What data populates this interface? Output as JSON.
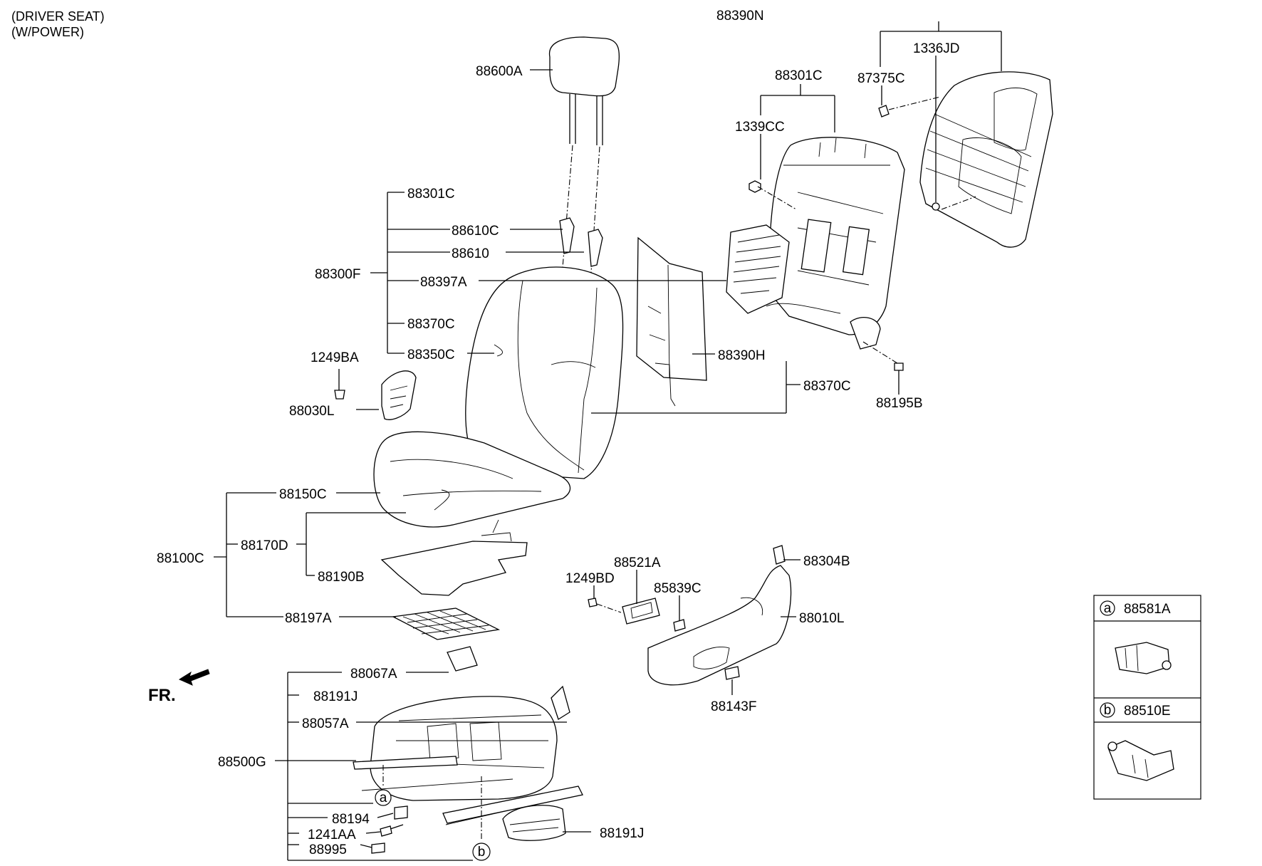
{
  "header": {
    "line1": "(DRIVER SEAT)",
    "line2": "(W/POWER)"
  },
  "direction_label": "FR.",
  "callouts": {
    "c88390N": "88390N",
    "c1336JD": "1336JD",
    "c87375C": "87375C",
    "c88301C_top": "88301C",
    "c1339CC": "1339CC",
    "c88600A": "88600A",
    "c88301C": "88301C",
    "c88610C": "88610C",
    "c88610": "88610",
    "c88300F": "88300F",
    "c88397A": "88397A",
    "c88370C": "88370C",
    "c88350C": "88350C",
    "c1249BA": "1249BA",
    "c88030L": "88030L",
    "c88390H": "88390H",
    "c88370C_right": "88370C",
    "c88195B": "88195B",
    "c88150C": "88150C",
    "c88170D": "88170D",
    "c88100C": "88100C",
    "c88190B": "88190B",
    "c88197A": "88197A",
    "c88521A": "88521A",
    "c1249BD": "1249BD",
    "c85839C": "85839C",
    "c88304B": "88304B",
    "c88010L": "88010L",
    "c88143F": "88143F",
    "c88067A": "88067A",
    "c88191J_top": "88191J",
    "c88057A": "88057A",
    "c88500G": "88500G",
    "c88194": "88194",
    "c1241AA": "1241AA",
    "c88995": "88995",
    "c88191J_bottom": "88191J",
    "marker_a": "a",
    "marker_b": "b"
  },
  "legend": {
    "a": {
      "marker": "a",
      "part": "88581A"
    },
    "b": {
      "marker": "b",
      "part": "88510E"
    }
  }
}
